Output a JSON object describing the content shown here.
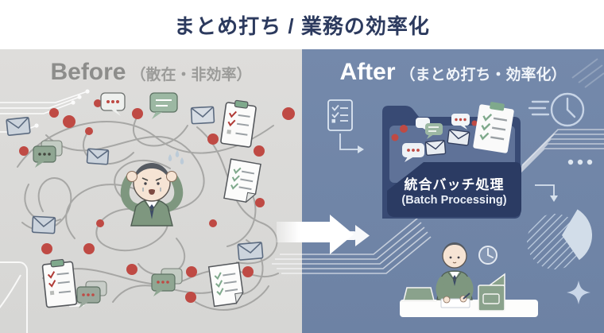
{
  "title": "まとめ打ち / 業務の効率化",
  "before_panel": {
    "heading": "Before",
    "heading_note": "（散在・非効率）"
  },
  "after_panel": {
    "heading": "After",
    "heading_note": "（まとめ打ち・効率化）"
  },
  "folder": {
    "label_jp": "統合バッチ処理",
    "label_en": "(Batch Processing)"
  },
  "colors": {
    "title_text": "#2c3a5e",
    "before_bg": "#dcdcda",
    "before_heading": "#8d8d8b",
    "after_bg": "#7186a8",
    "after_heading": "#ffffff",
    "folder_front": "#2b3b63",
    "folder_back": "#384a74",
    "accent_red": "#bf4a44",
    "suit_green": "#7e977f",
    "bubble_green": "#9cb8a3",
    "tangle_gray": "#9b9b99"
  },
  "icons": [
    "envelope-icon",
    "chat-bubble-icon",
    "clipboard-checklist-icon",
    "document-checklist-icon",
    "red-dot",
    "tangled-lines",
    "circuit-trace",
    "chart-frame",
    "stressed-worker",
    "transition-arrow-icon",
    "checklist-icon",
    "flow-arrow-icon",
    "folder-icon",
    "clock-icon",
    "three-dots-icon",
    "pie-chart-icon",
    "fast-forward-icon",
    "calm-worker-at-desk",
    "sparkle-icon"
  ]
}
